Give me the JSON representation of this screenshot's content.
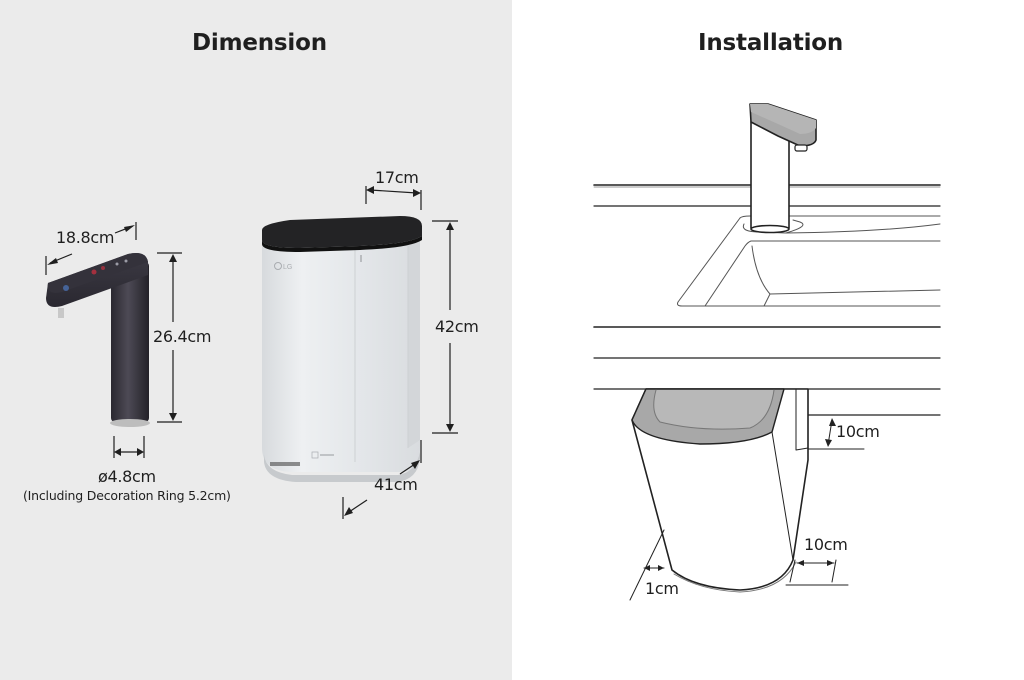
{
  "dimension": {
    "title": "Dimension",
    "faucet": {
      "width_label": "18.8cm",
      "height_label": "26.4cm",
      "diameter_label": "ø4.8cm",
      "diameter_note": "(Including Decoration Ring 5.2cm)",
      "color": "#3a3840"
    },
    "filter_unit": {
      "depth_label": "17cm",
      "height_label": "42cm",
      "width_label": "41cm",
      "brand_mark": "LG",
      "body_color": "#e4e7ea",
      "top_color": "#232325"
    },
    "background_color": "#ebebeb"
  },
  "installation": {
    "title": "Installation",
    "clearances": {
      "top_label": "10cm",
      "side_label": "10cm",
      "back_label": "1cm"
    },
    "line_color": "#222222",
    "fill_gray": "#a8a8a8"
  }
}
